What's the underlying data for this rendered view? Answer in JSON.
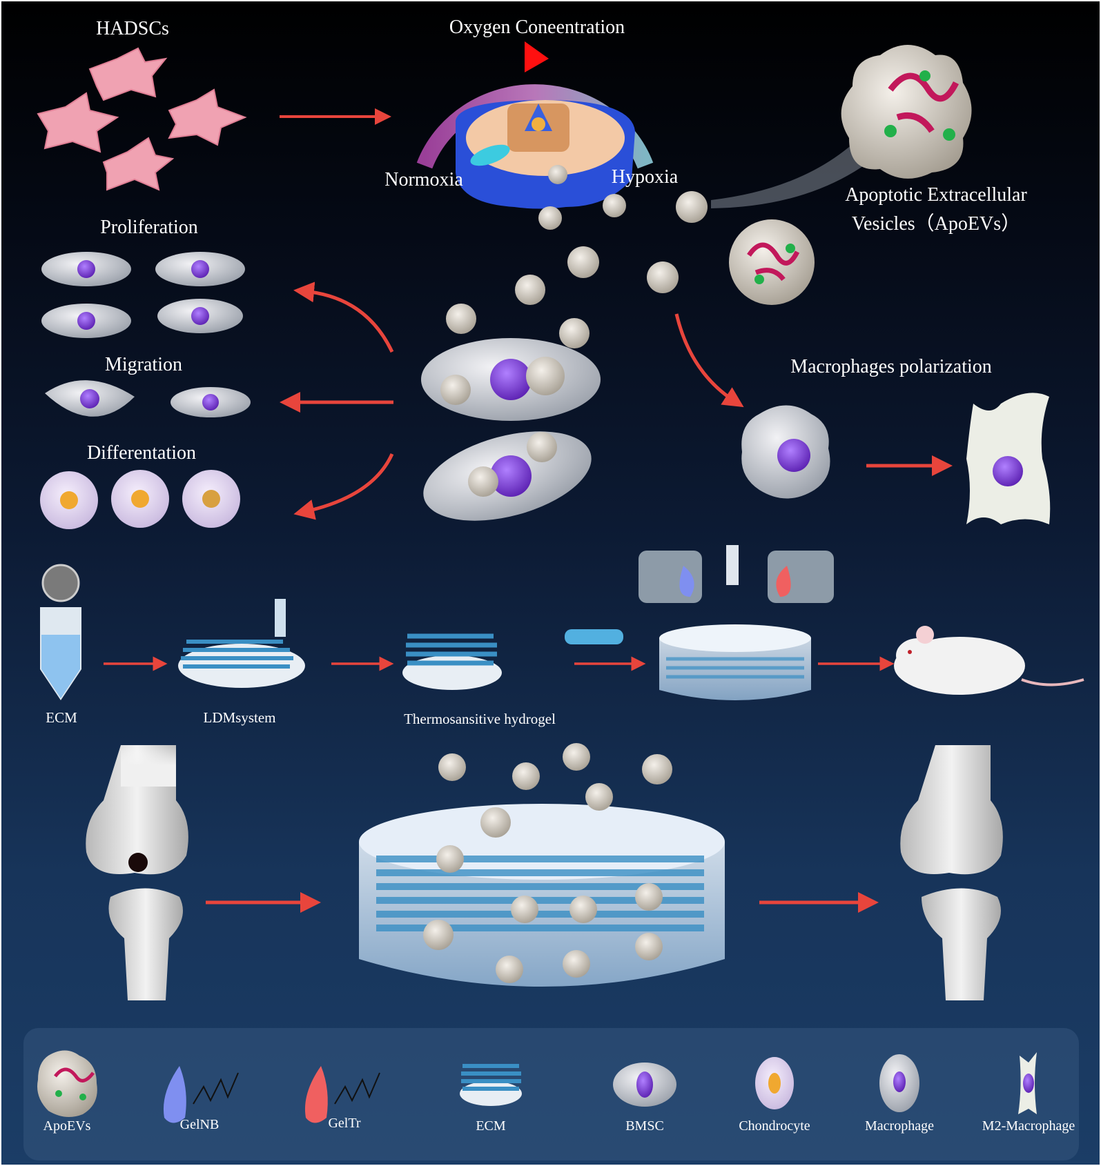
{
  "top": {
    "source_cells_label": "HADSCs",
    "oxygen_label": "Oxygen Coneentration",
    "normoxia_label": "Normoxia",
    "hypoxia_label": "Hypoxia",
    "apoevs_label_line1": "Apoptotic Extracellular",
    "apoevs_label_line2": "Vesicles（ApoEVs）"
  },
  "effects": {
    "proliferation": "Proliferation",
    "migration": "Migration",
    "differentiation": "Differentation",
    "macrophage": "Macrophages polarization"
  },
  "process": {
    "ecm": "ECM",
    "ldm": "LDMsystem",
    "hydrogel": "Thermosansitive hydrogel"
  },
  "legend": [
    {
      "label": "ApoEVs"
    },
    {
      "label": "GelNB"
    },
    {
      "label": "GelTr"
    },
    {
      "label": "ECM"
    },
    {
      "label": "BMSC"
    },
    {
      "label": "Chondrocyte"
    },
    {
      "label": "Macrophage"
    },
    {
      "label": "M2-Macrophage"
    }
  ],
  "colors": {
    "arrow": "#e8453c",
    "hydrogel_blue": "#3a8fc4",
    "nucleus_purple": "#7b3fd0",
    "gelnb": "#7f8ff0",
    "geltr": "#f06060"
  }
}
